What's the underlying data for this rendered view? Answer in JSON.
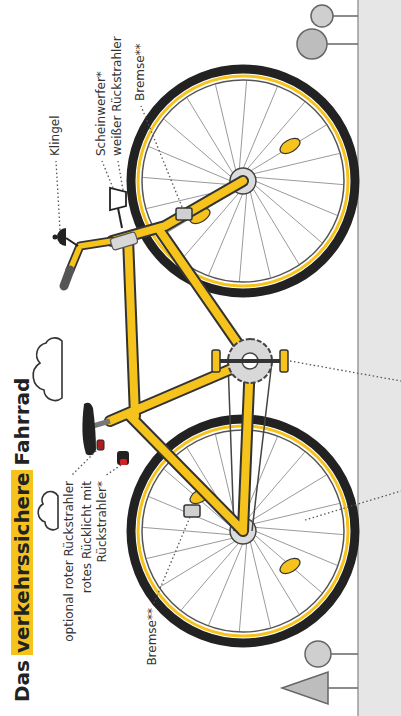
{
  "diagram": {
    "title": "Das verkehrssichere Fahrrad",
    "labels": [
      "Klingel",
      "Scheinwerfer*",
      "weißer Rückstrahler",
      "Bremse**",
      "optional roter Rückstrahler",
      "rotes Rücklicht mit Rückstrahler*",
      "Bremse**"
    ]
  }
}
